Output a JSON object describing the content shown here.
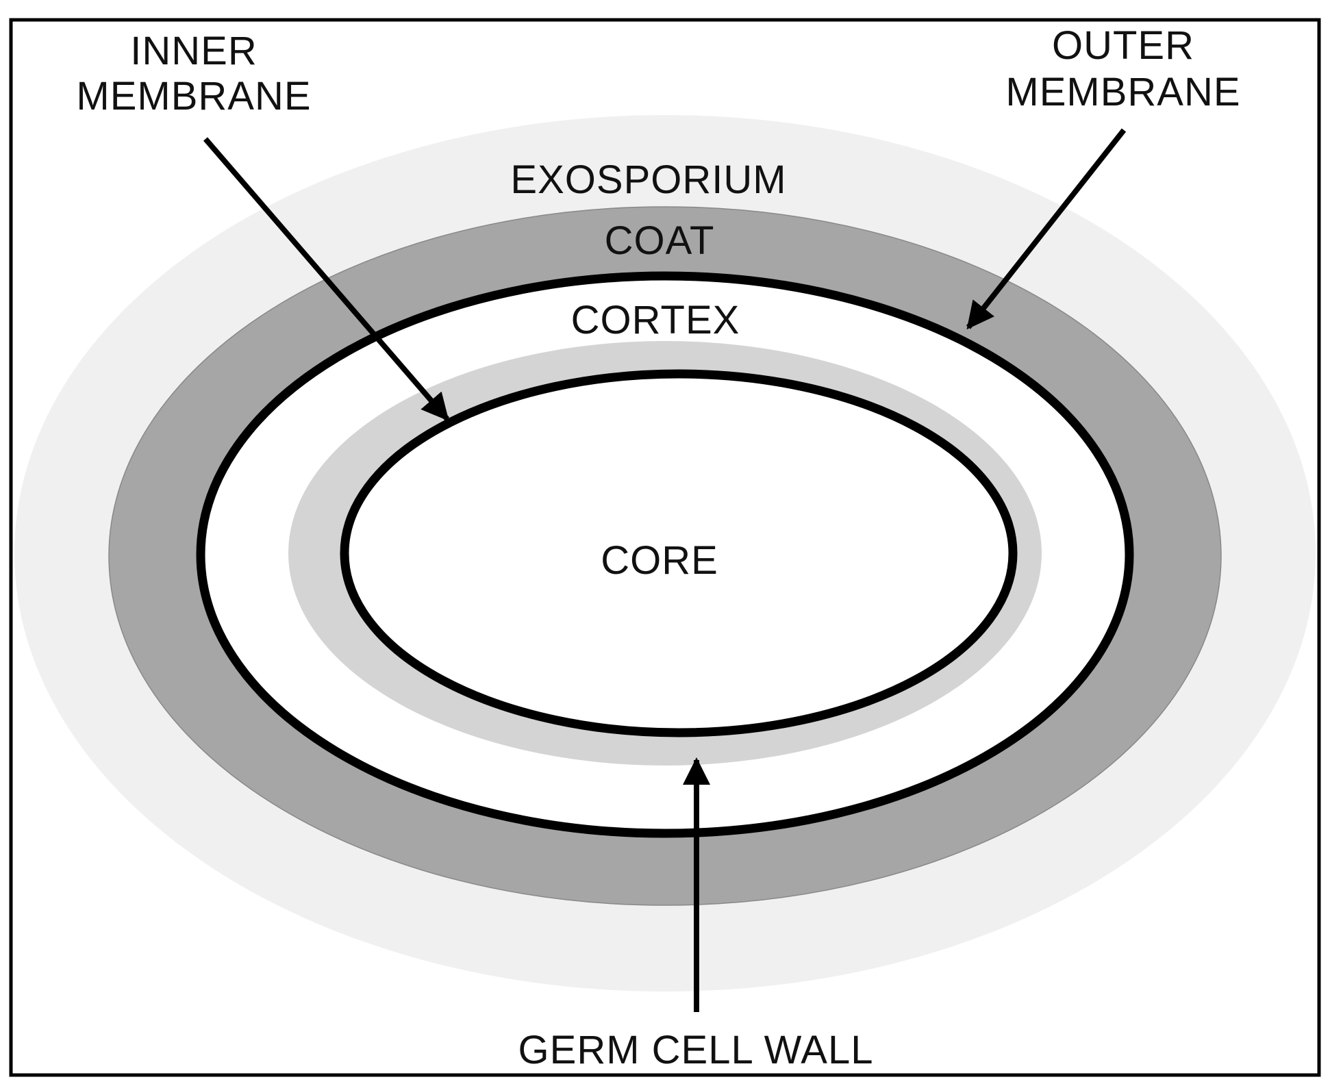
{
  "diagram": {
    "labels": {
      "exosporium": "EXOSPORIUM",
      "coat": "COAT",
      "cortex": "CORTEX",
      "core": "CORE",
      "inner_membrane_line1": "INNER",
      "inner_membrane_line2": "MEMBRANE",
      "outer_membrane_line1": "OUTER",
      "outer_membrane_line2": "MEMBRANE",
      "germ_cell_wall": "GERM CELL WALL"
    },
    "colors": {
      "exosporium": "#f0f0f0",
      "coat": "#a6a6a6",
      "cortex": "#ffffff",
      "germ_cell_wall": "#d4d4d4",
      "core": "#ffffff",
      "membranes": "#000000",
      "frame": "#000000"
    }
  }
}
